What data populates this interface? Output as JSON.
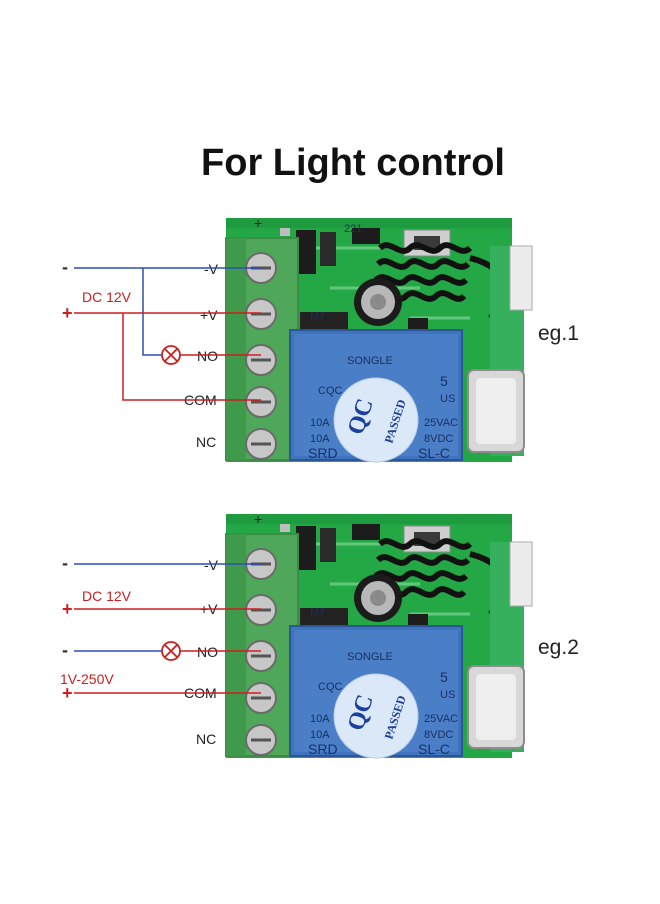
{
  "title": "For Light control",
  "board": {
    "terminals": [
      "-V",
      "+V",
      "NO",
      "COM",
      "NC"
    ],
    "relay": {
      "brand": "SONGLE",
      "cert": "CQC",
      "rating_left": [
        "10A",
        "10A"
      ],
      "rating_right": [
        "25VAC",
        "8VDC"
      ],
      "model_left": "SRD",
      "model_right": "SL-C",
      "digit": "5",
      "us": "US"
    },
    "sticker": {
      "line1": "QC",
      "line2": "PASSED"
    },
    "component_labels": [
      "221",
      "M7"
    ],
    "pcb_plus": "+"
  },
  "diagram1": {
    "example_label": "eg.1",
    "supply_label": "DC 12V",
    "neg_sign": "-",
    "pos_sign": "+",
    "colors": {
      "negative_wire": "#2b4fb5",
      "positive_wire": "#cc1f1f",
      "lamp": "#cc1f1f"
    }
  },
  "diagram2": {
    "example_label": "eg.2",
    "supply_label": "DC 12V",
    "load_supply_label": "1V-250V",
    "neg_sign": "-",
    "pos_sign": "+",
    "load_neg_sign": "-",
    "load_pos_sign": "+"
  },
  "colors": {
    "pcb": "#23a845",
    "terminal_block": "#4fa85a",
    "relay": "#3f73be",
    "sticker": "#dbe8f8"
  }
}
